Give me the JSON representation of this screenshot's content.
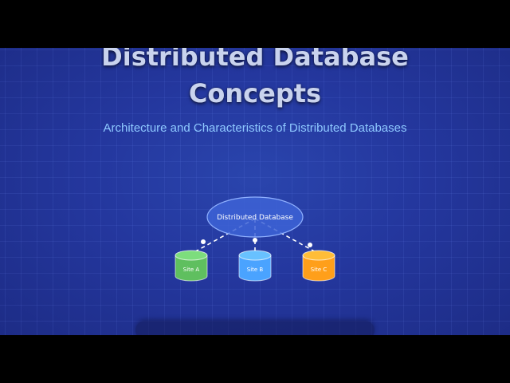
{
  "slide": {
    "title_line1": "Distributed Database",
    "title_line2": "Concepts",
    "subtitle": "Architecture and Characteristics of Distributed Databases"
  },
  "diagram": {
    "hub_label": "Distributed Database",
    "sites": [
      {
        "label": "Site A",
        "color": "#5fbf5f"
      },
      {
        "label": "Site B",
        "color": "#4aa3ff"
      },
      {
        "label": "Site C",
        "color": "#ff9f1a"
      }
    ],
    "hub_color": "#3d63d6"
  }
}
